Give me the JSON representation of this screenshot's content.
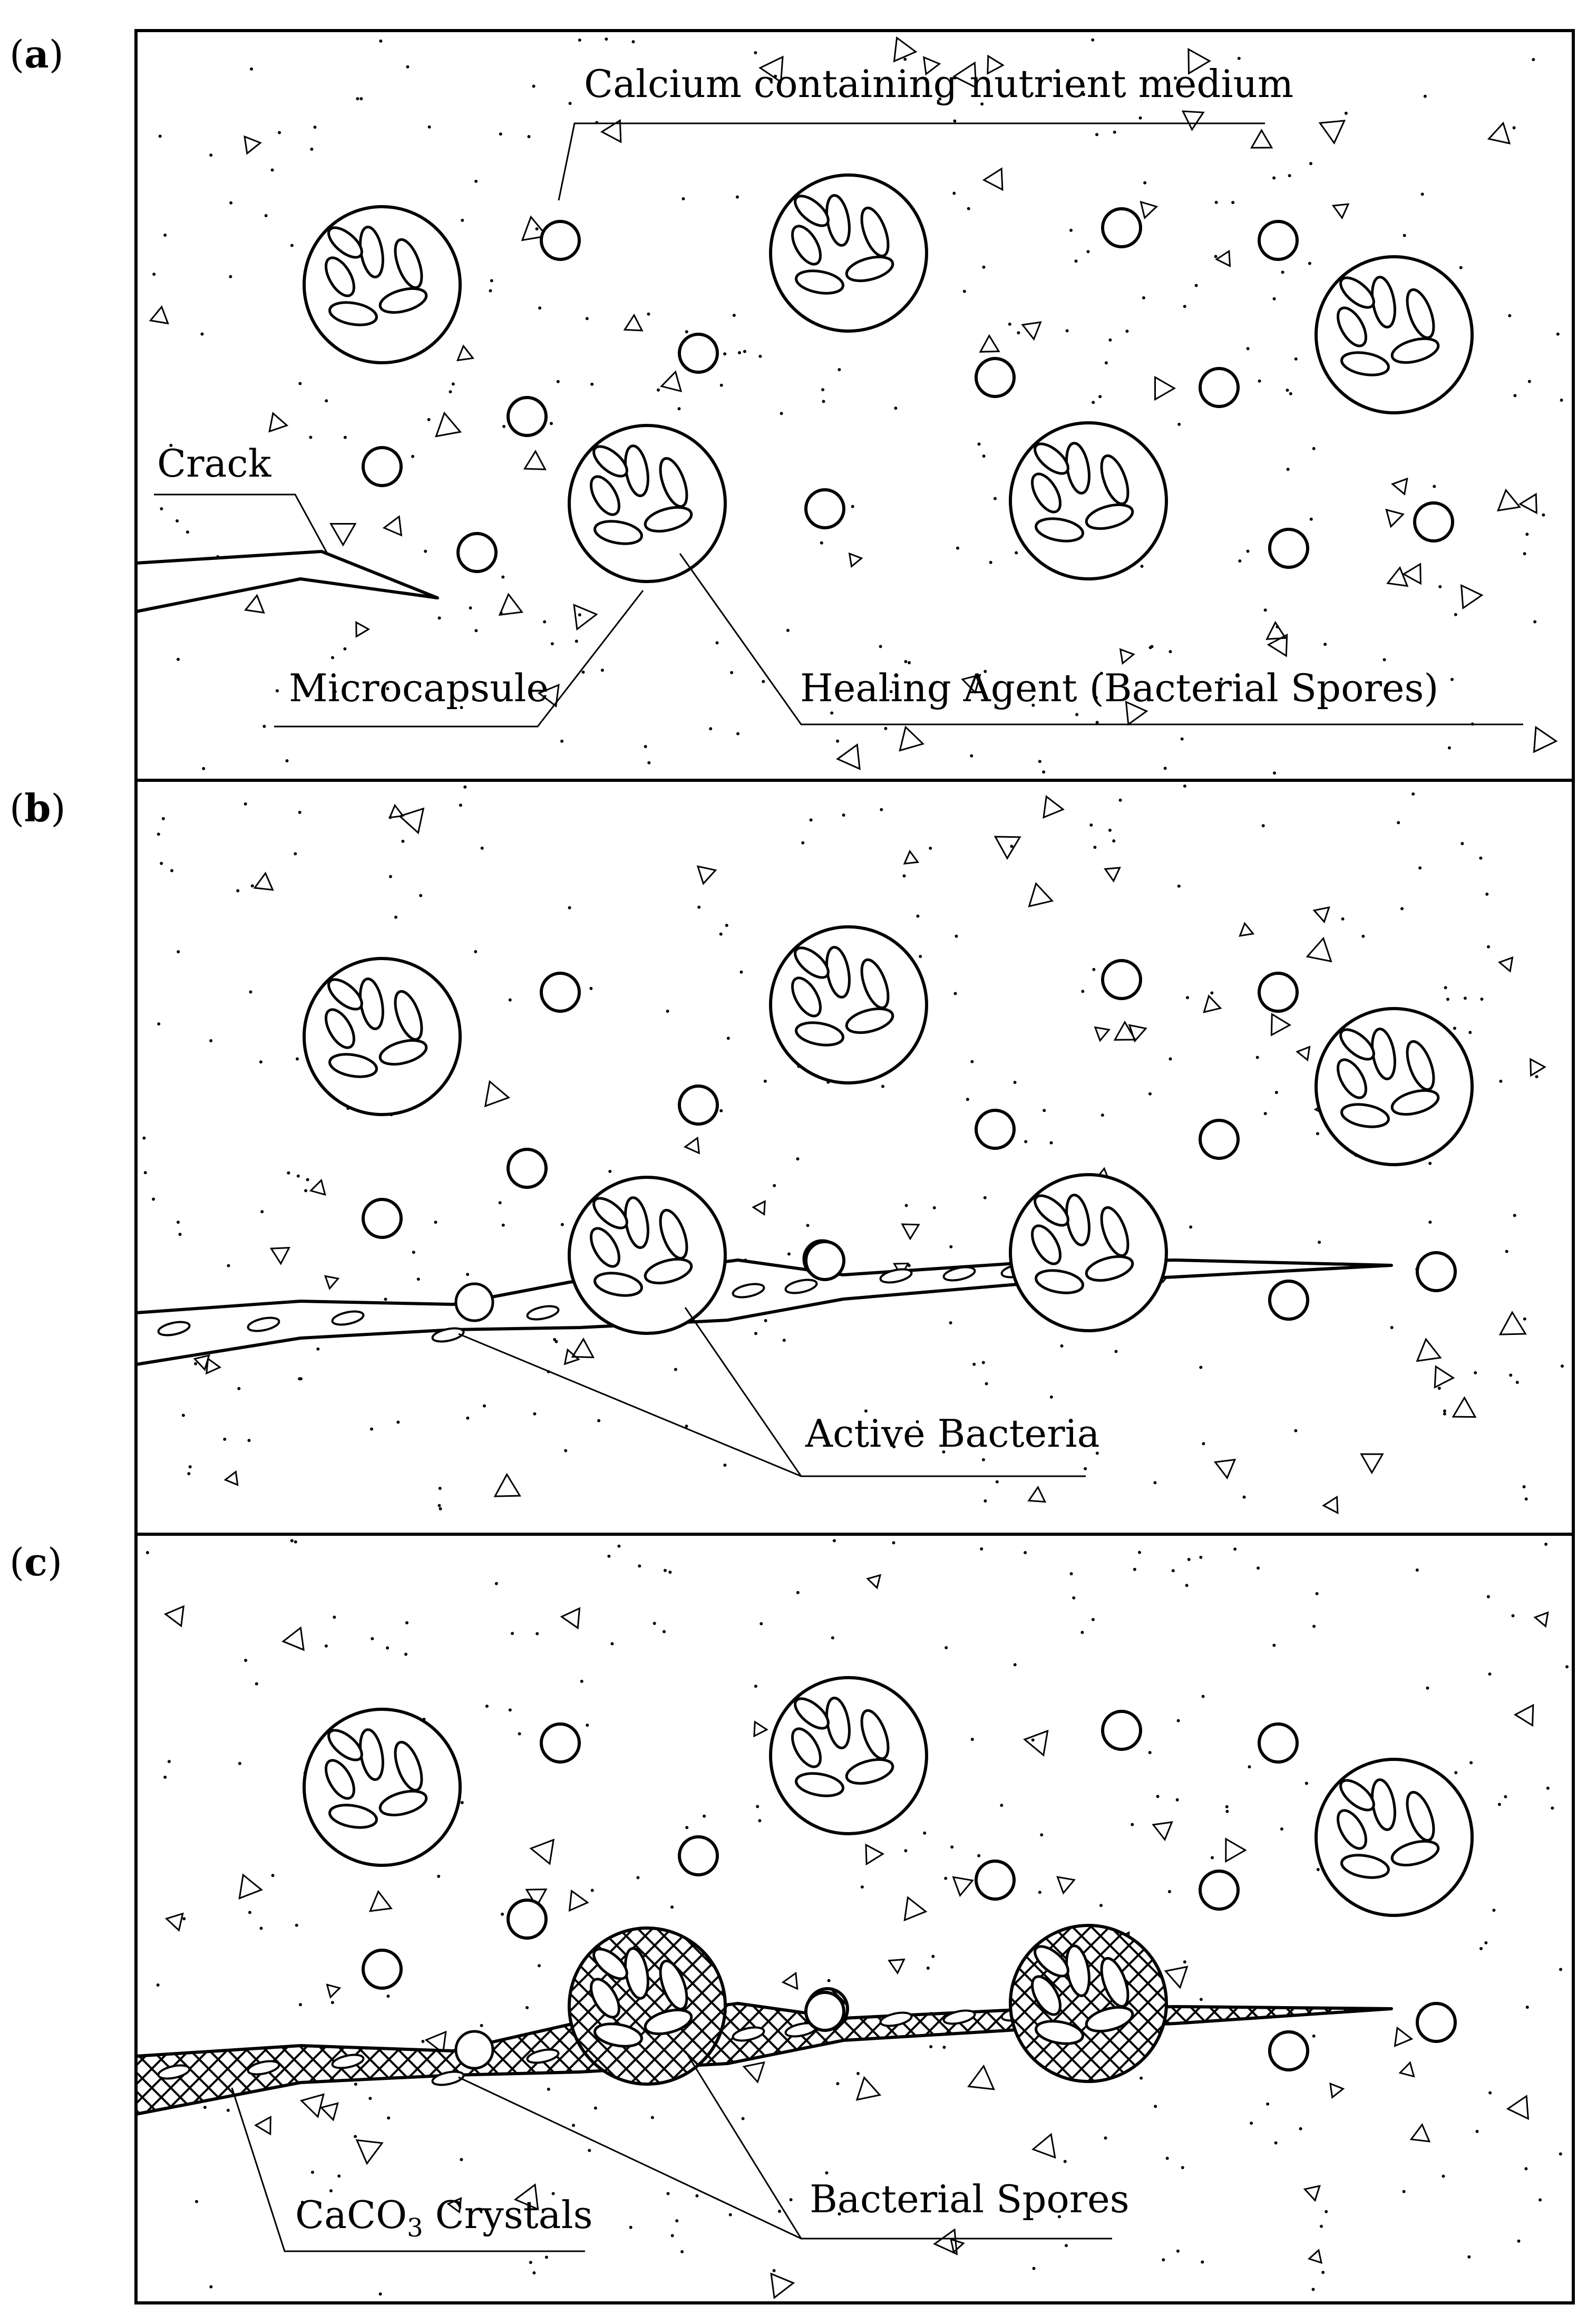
{
  "panels": [
    {
      "id": "a",
      "label_open": "(",
      "label_letter": "a",
      "label_close": ")",
      "labels": {
        "medium": "Calcium containing nutrient medium",
        "crack": "Crack",
        "microcapsule": "Microcapsule",
        "healing_agent": "Healing Agent (Bacterial Spores)"
      }
    },
    {
      "id": "b",
      "label_open": "(",
      "label_letter": "b",
      "label_close": ")",
      "labels": {
        "active_bacteria": "Active Bacteria"
      }
    },
    {
      "id": "c",
      "label_open": "(",
      "label_letter": "c",
      "label_close": ")",
      "labels": {
        "caco3_prefix": "CaCO",
        "caco3_sub": "3",
        "caco3_suffix": " Crystals",
        "bacterial_spores": "Bacterial Spores"
      }
    }
  ]
}
